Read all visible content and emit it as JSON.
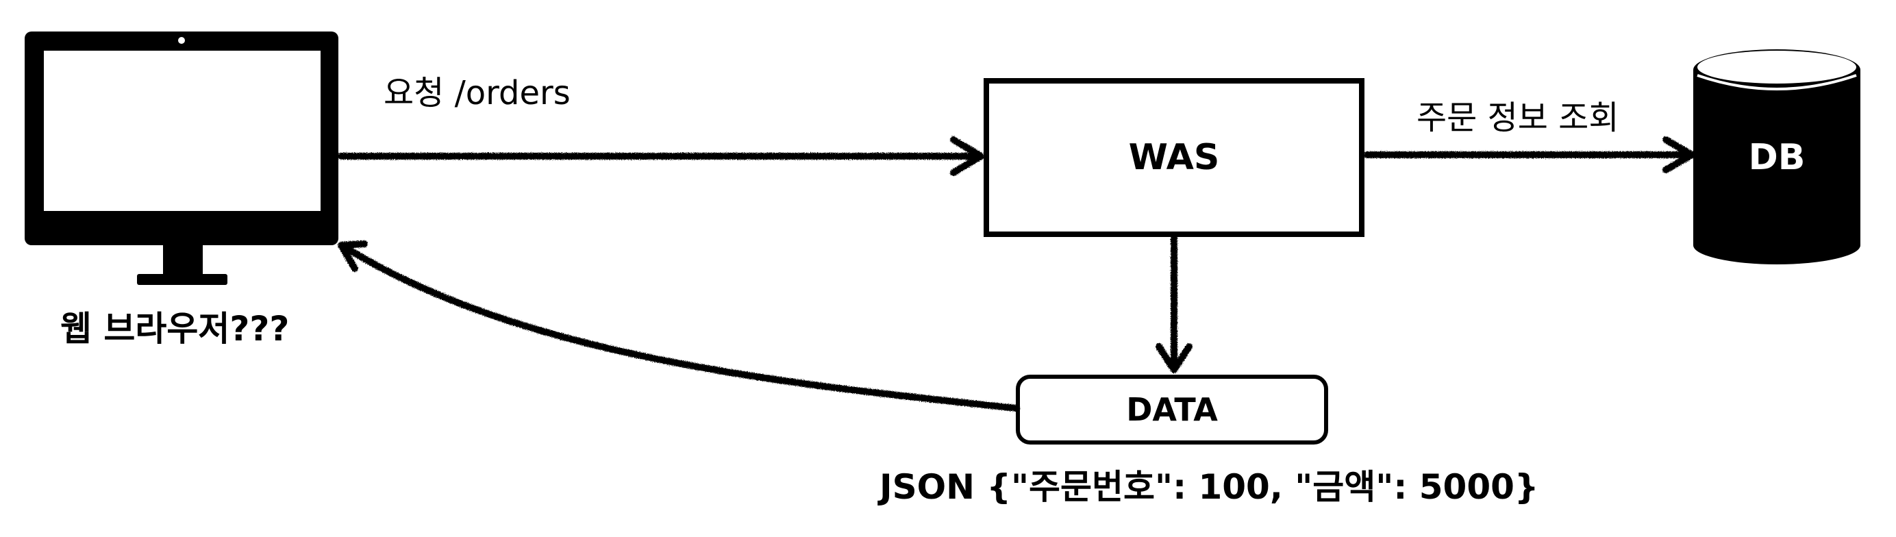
{
  "nodes": {
    "client": {
      "label": "웹 브라우저???"
    },
    "was": {
      "label": "WAS"
    },
    "db": {
      "label": "DB"
    },
    "data": {
      "label": "DATA"
    }
  },
  "edges": {
    "request": {
      "label": "요청 /orders"
    },
    "query": {
      "label": "주문 정보 조회"
    }
  },
  "payload": {
    "label": "JSON {\"주문번호\": 100, \"금액\": 5000}"
  },
  "colors": {
    "ink": "#000000",
    "background": "#ffffff"
  }
}
